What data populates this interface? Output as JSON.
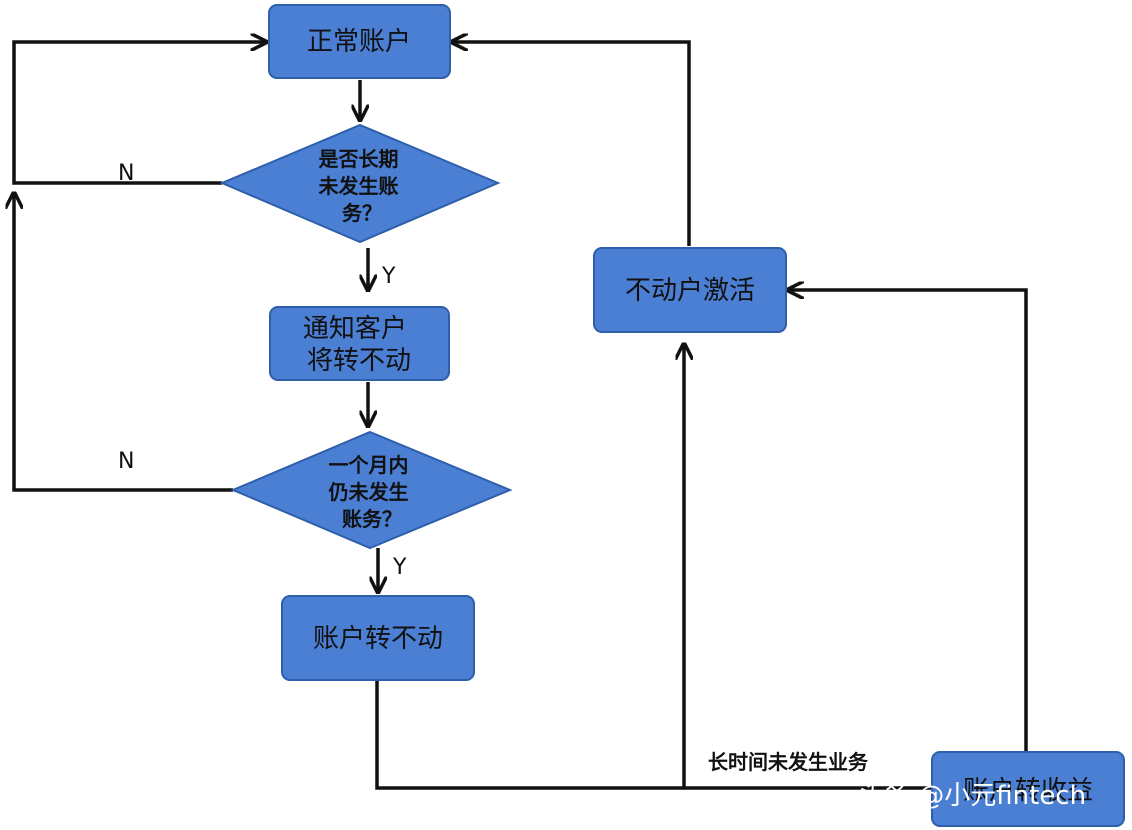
{
  "nodes": {
    "normal_account": "正常账户",
    "q_long_no_activity": [
      "是否长期",
      "未发生账",
      "务？"
    ],
    "notify_customer": [
      "通知客户",
      "将转不动"
    ],
    "q_month_no_activity": [
      "一个月内",
      "仍未发生",
      "账务？"
    ],
    "account_dormant": "账户转不动",
    "dormant_activation": "不动户激活",
    "account_escheat": "账户转收益"
  },
  "edge_labels": {
    "no_1": "N",
    "yes_1": "Y",
    "no_2": "N",
    "yes_2": "Y",
    "long_time_no_activity": "长时间未发生业务"
  },
  "watermark": "头条 @小元fintech",
  "colors": {
    "node_fill": "#4a7fd4",
    "node_stroke": "#2f5faa",
    "edge": "#111111"
  }
}
